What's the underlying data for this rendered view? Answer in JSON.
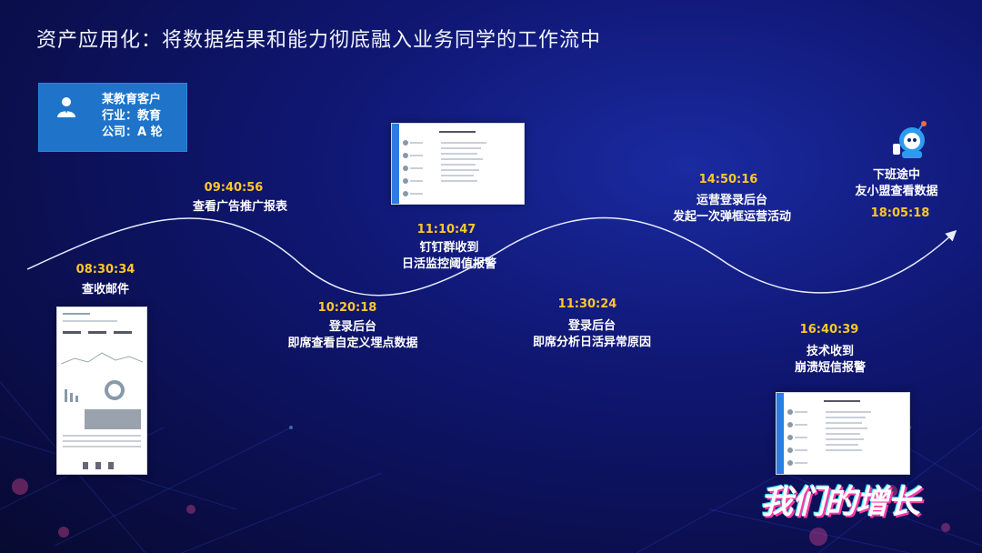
{
  "title": "资产应用化：将数据结果和能力彻底融入业务同学的工作流中",
  "customer": {
    "icon": "user-icon",
    "lines": [
      "某教育客户",
      "行业：教育",
      "公司：A 轮"
    ]
  },
  "events": [
    {
      "time": "08:30:34",
      "desc": [
        "查收邮件"
      ]
    },
    {
      "time": "09:40:56",
      "desc": [
        "查看广告推广报表"
      ]
    },
    {
      "time": "10:20:18",
      "desc": [
        "登录后台",
        "即席查看自定义埋点数据"
      ]
    },
    {
      "time": "11:10:47",
      "desc": [
        "钉钉群收到",
        "日活监控阈值报警"
      ]
    },
    {
      "time": "11:30:24",
      "desc": [
        "登录后台",
        "即席分析日活异常原因"
      ]
    },
    {
      "time": "14:50:16",
      "desc": [
        "运营登录后台",
        "发起一次弹框运营活动"
      ]
    },
    {
      "time": "16:40:39",
      "desc": [
        "技术收到",
        "崩溃短信报警"
      ]
    },
    {
      "time": "18:05:18",
      "desc": [
        "下班途中",
        "友小盟查看数据"
      ]
    }
  ],
  "brand": "我们的增长",
  "colors": {
    "time": "#ffc72c",
    "customer_box": "#1f74c9",
    "background": "#0f1670"
  }
}
